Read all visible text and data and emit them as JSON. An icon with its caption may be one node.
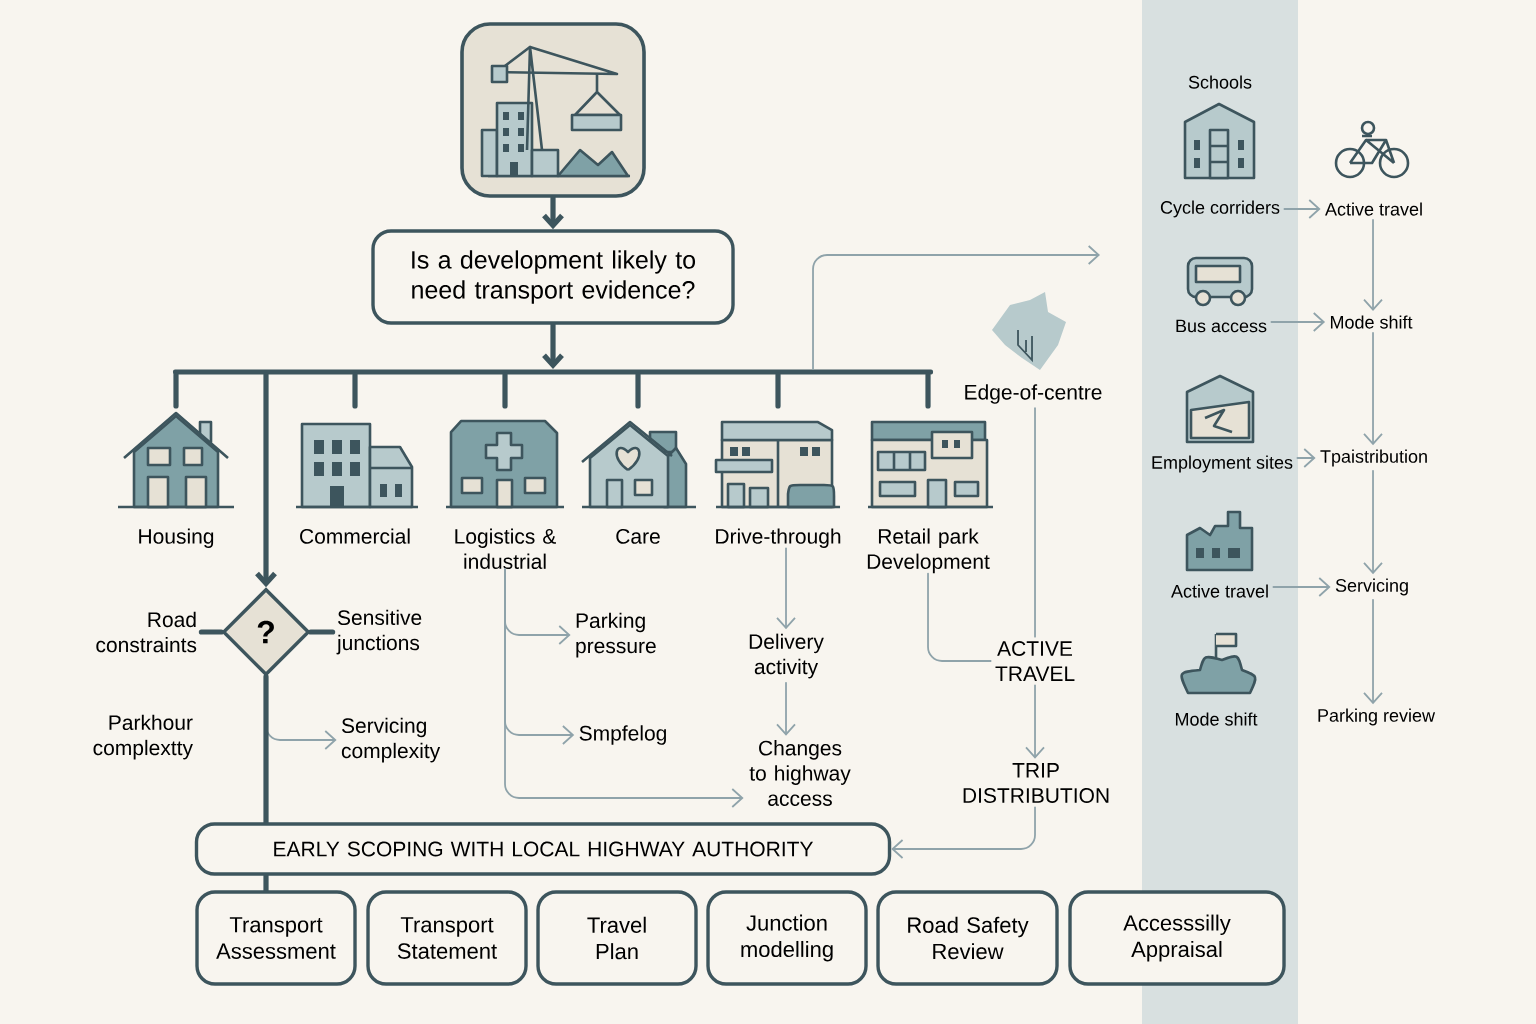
{
  "diagram": {
    "nodes": [
      {
        "text": [],
        "shape": "box"
      },
      {
        "text": [
          "Is a development likely to need transport evidence?"
        ]
      },
      {
        "text": [
          "Housing"
        ]
      },
      {
        "text": [
          "Commercial"
        ]
      },
      {
        "text": [
          "Logistics & industrial"
        ]
      },
      {
        "text": [
          "Care"
        ]
      },
      {
        "text": [
          "Drive-through"
        ]
      },
      {
        "text": [
          "Retail park Development"
        ]
      },
      {
        "text": [
          "?"
        ]
      },
      {
        "text": [
          "Road constraints"
        ]
      },
      {
        "text": [
          "Sensitive junctions"
        ]
      },
      {
        "text": [
          "Servicing complexity"
        ]
      },
      {
        "text": [
          "Parking pressure"
        ]
      },
      {
        "text": [
          "Smpfelog"
        ]
      },
      {
        "text": [
          "Delivery activity"
        ]
      },
      {
        "text": [
          "Changes to highway access"
        ]
      },
      {
        "text": [
          "Edge-of-centre"
        ]
      },
      {
        "text": [
          "ACTIVE TRAVEL"
        ]
      },
      {
        "text": [
          "TRIP DISTRIBUTION"
        ]
      },
      {
        "text": [
          "EARLY SCOPING WITH LOCAL HIGHWAY AUTHORITY"
        ]
      },
      {
        "text": [
          "Transport Assessment"
        ]
      },
      {
        "text": [
          "Transport Statement"
        ]
      },
      {
        "text": [
          "Travel Plan"
        ]
      },
      {
        "text": [
          "Junction modelling"
        ]
      },
      {
        "text": [
          "Road Safety Review"
        ]
      },
      {
        "text": [
          "Accesssilly Appraisal"
        ]
      },
      {
        "text": [],
        "shape": "band"
      },
      {
        "text": [
          "Schools"
        ],
        "in": 26
      },
      {
        "text": [
          "Cycle corriders"
        ],
        "in": 26
      },
      {
        "text": [
          "Bus access"
        ],
        "in": 26
      },
      {
        "text": [
          "Employment sites"
        ],
        "in": 26
      },
      {
        "text": [
          "Active travel"
        ],
        "in": 26
      },
      {
        "text": [
          "Mode shift"
        ],
        "in": 26
      },
      {
        "text": [
          "Active travel"
        ]
      },
      {
        "text": [
          "Mode shift"
        ]
      },
      {
        "text": [
          "Tpaistribution"
        ]
      },
      {
        "text": [
          "Servicing"
        ]
      },
      {
        "text": [
          "Parking review"
        ]
      },
      {
        "text": [],
        "shape": "bar"
      }
    ],
    "edges": [
      {
        "from": 0,
        "to": 1,
        "arrow": "to",
        "style": "thick",
        "color": "#3d555d"
      },
      {
        "from": 1,
        "to": 38,
        "arrow": "to",
        "style": "thick",
        "color": "#3d555d"
      },
      {
        "from": 38,
        "to": 2,
        "arrow": "none",
        "style": "thick",
        "color": "#3d555d"
      },
      {
        "from": 38,
        "to": 3,
        "arrow": "none",
        "style": "thick",
        "color": "#3d555d"
      },
      {
        "from": 38,
        "to": 4,
        "arrow": "none",
        "style": "thick",
        "color": "#3d555d"
      },
      {
        "from": 38,
        "to": 5,
        "arrow": "none",
        "style": "thick",
        "color": "#3d555d"
      },
      {
        "from": 38,
        "to": 6,
        "arrow": "none",
        "style": "thick",
        "color": "#3d555d"
      },
      {
        "from": 38,
        "to": 7,
        "arrow": "none",
        "style": "thick",
        "color": "#3d555d"
      },
      {
        "from": 38,
        "to": 8,
        "arrow": "to",
        "style": "thick",
        "color": "#3d555d"
      },
      {
        "from": 8,
        "to": 9,
        "arrow": "none",
        "style": "thick",
        "color": "#3d555d"
      },
      {
        "from": 8,
        "to": 10,
        "arrow": "none",
        "style": "thick",
        "color": "#3d555d"
      },
      {
        "from": 8,
        "to": 11,
        "arrow": "to"
      },
      {
        "from": 8,
        "to": 19,
        "arrow": "none",
        "style": "thick",
        "color": "#3d555d"
      },
      {
        "from": 19,
        "to": 20,
        "arrow": "none",
        "style": "thick",
        "color": "#3d555d"
      },
      {
        "from": 4,
        "to": 12,
        "arrow": "to"
      },
      {
        "from": 4,
        "to": 13,
        "arrow": "to"
      },
      {
        "from": 4,
        "to": 15,
        "arrow": "to"
      },
      {
        "from": 6,
        "to": 14,
        "arrow": "to"
      },
      {
        "from": 14,
        "to": 15,
        "arrow": "to"
      },
      {
        "from": 38,
        "to": null,
        "arrow": "to"
      },
      {
        "from": 7,
        "to": 17,
        "arrow": "none"
      },
      {
        "from": 16,
        "to": 17,
        "arrow": "none"
      },
      {
        "from": 17,
        "to": 18,
        "arrow": "to"
      },
      {
        "from": 18,
        "to": 19,
        "arrow": "to"
      },
      {
        "from": 28,
        "to": 33,
        "arrow": "to"
      },
      {
        "from": 29,
        "to": 34,
        "arrow": "to"
      },
      {
        "from": 30,
        "to": 35,
        "arrow": "to"
      },
      {
        "from": 31,
        "to": 36,
        "arrow": "to"
      },
      {
        "from": 33,
        "to": 34,
        "arrow": "to"
      },
      {
        "from": 34,
        "to": 35,
        "arrow": "to"
      },
      {
        "from": 35,
        "to": 36,
        "arrow": "to"
      },
      {
        "from": 36,
        "to": 37,
        "arrow": "to"
      }
    ],
    "labels": [
      "Parkhour complextty"
    ]
  }
}
